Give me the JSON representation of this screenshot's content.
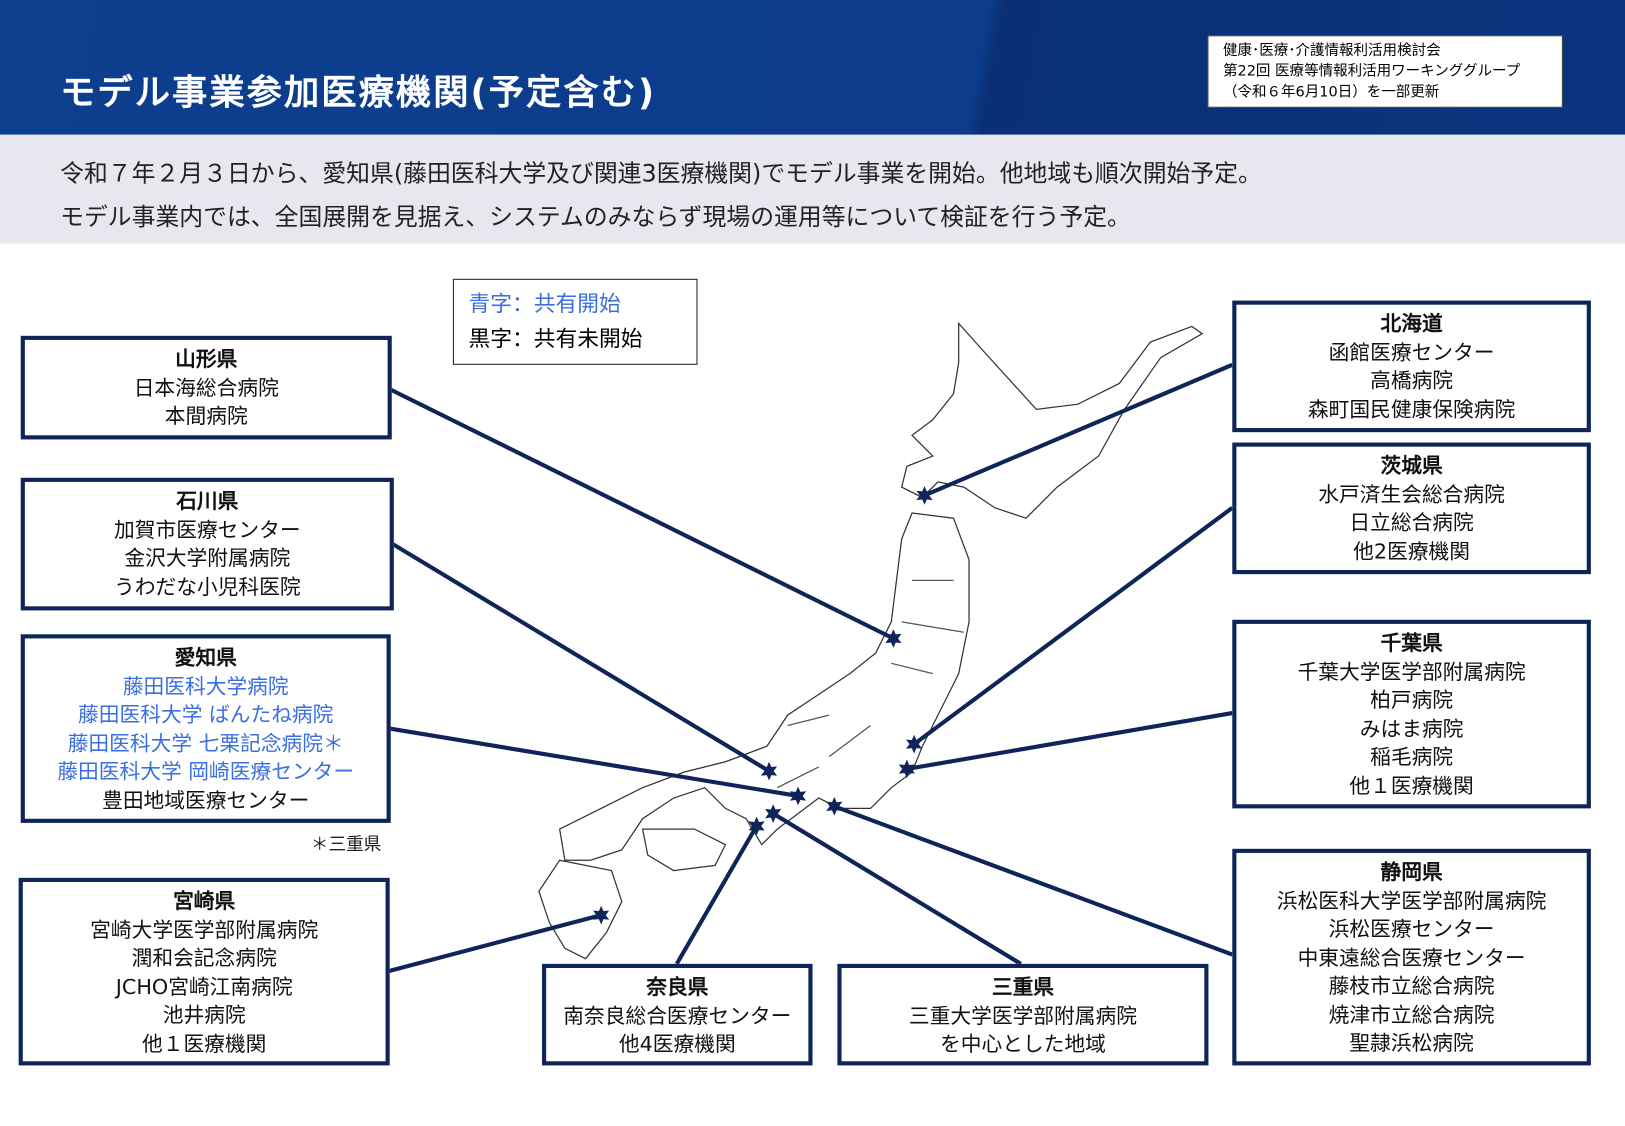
{
  "title": "モデル事業参加医療機関(予定含む)",
  "source_note": [
    "健康･医療･介護情報利活用検討会",
    "第22回 医療等情報利活用ワーキンググループ",
    "（令和６年6月10日）を一部更新"
  ],
  "summary": [
    "令和７年２月３日から、愛知県(藤田医科大学及び関連3医療機関)でモデル事業を開始。他地域も順次開始予定。",
    "モデル事業内では、全国展開を見据え、システムのみならず現場の運用等について検証を行う予定。"
  ],
  "legend": {
    "blue": "青字：共有開始",
    "black": "黒字：共有未開始",
    "blue_color": "#3a6fe0"
  },
  "boxes": {
    "yamagata": {
      "name": "山形県",
      "items": [
        "日本海総合病院",
        "本間病院"
      ]
    },
    "ishikawa": {
      "name": "石川県",
      "items": [
        "加賀市医療センター",
        "金沢大学附属病院",
        "うわだな小児科医院"
      ]
    },
    "aichi": {
      "name": "愛知県",
      "blue_items": [
        "藤田医科大学病院",
        "藤田医科大学 ばんたね病院",
        "藤田医科大学 七栗記念病院＊",
        "藤田医科大学 岡崎医療センター"
      ],
      "items": [
        "豊田地域医療センター"
      ],
      "note": "＊三重県"
    },
    "miyazaki": {
      "name": "宮崎県",
      "items": [
        "宮崎大学医学部附属病院",
        "潤和会記念病院",
        "JCHO宮崎江南病院",
        "池井病院",
        "他１医療機関"
      ]
    },
    "nara": {
      "name": "奈良県",
      "items": [
        "南奈良総合医療センター",
        "他4医療機関"
      ]
    },
    "mie": {
      "name": "三重県",
      "items": [
        "三重大学医学部附属病院",
        "を中心とした地域"
      ]
    },
    "hokkaido": {
      "name": "北海道",
      "items": [
        "函館医療センター",
        "高橋病院",
        "森町国民健康保険病院"
      ]
    },
    "ibaraki": {
      "name": "茨城県",
      "items": [
        "水戸済生会総合病院",
        "日立総合病院",
        "他2医療機関"
      ]
    },
    "chiba": {
      "name": "千葉県",
      "items": [
        "千葉大学医学部附属病院",
        "柏戸病院",
        "みはま病院",
        "稲毛病院",
        "他１医療機関"
      ]
    },
    "shizuoka": {
      "name": "静岡県",
      "items": [
        "浜松医科大学医学部附属病院",
        "浜松医療センター",
        "中東遠総合医療センター",
        "藤枝市立総合病院",
        "焼津市立総合病院",
        "聖隷浜松病院"
      ]
    }
  }
}
